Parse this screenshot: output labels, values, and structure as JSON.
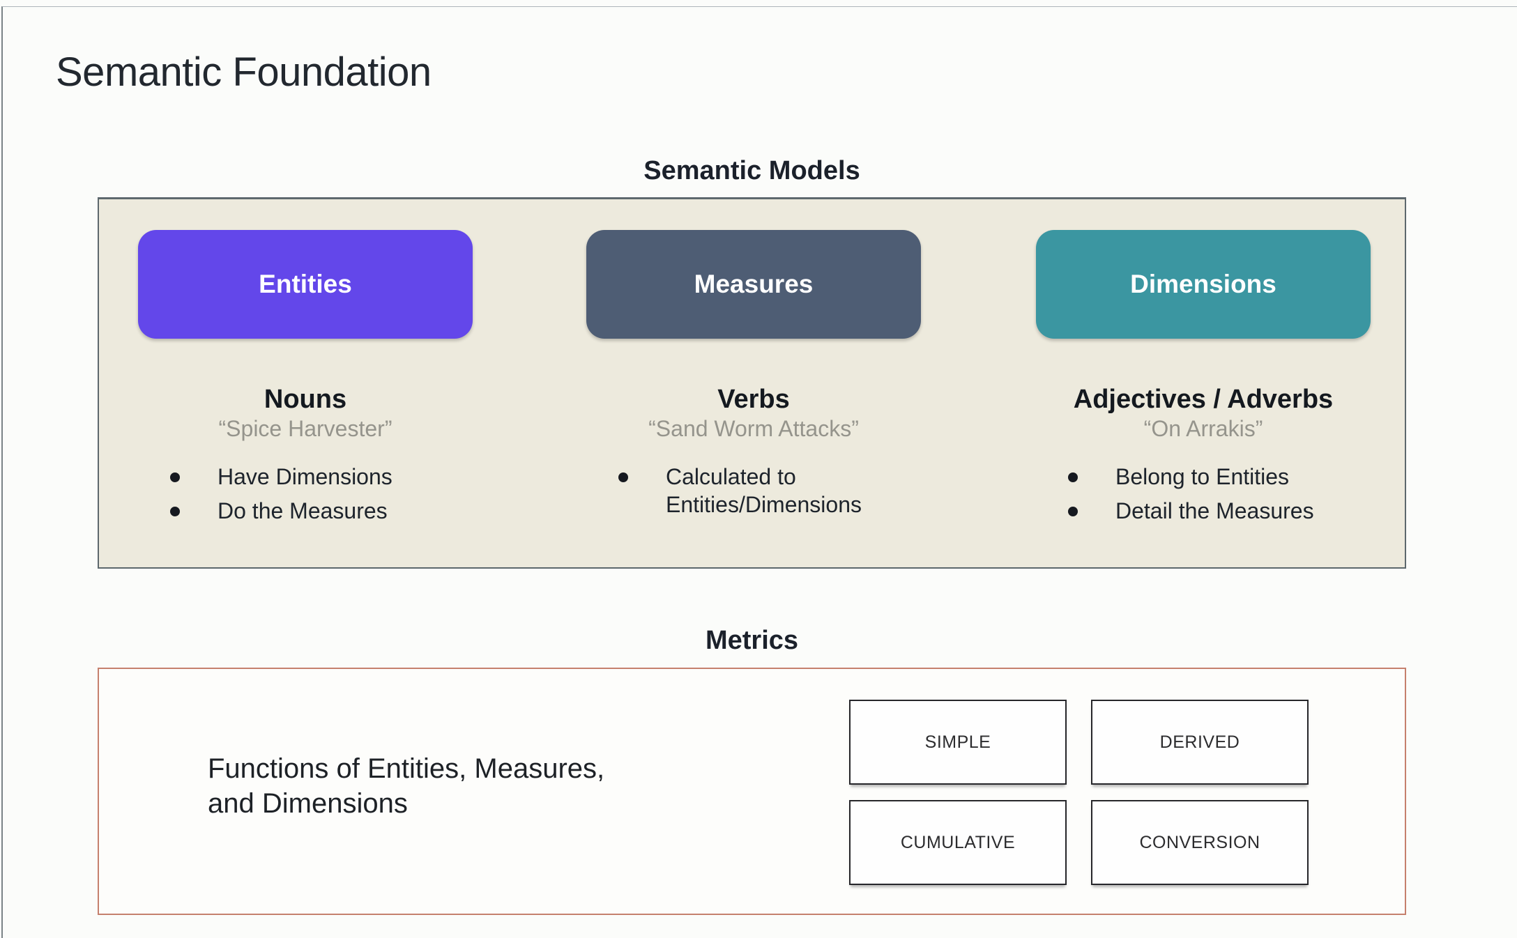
{
  "slide": {
    "title": "Semantic Foundation"
  },
  "semantic_models": {
    "heading": "Semantic Models",
    "columns": [
      {
        "pill": "Entities",
        "pill_color": "#6347ea",
        "heading": "Nouns",
        "quote": "“Spice Harvester”",
        "bullets": [
          "Have Dimensions",
          "Do the Measures"
        ]
      },
      {
        "pill": "Measures",
        "pill_color": "#4e5d74",
        "heading": "Verbs",
        "quote": "“Sand Worm Attacks”",
        "bullets": [
          "Calculated to Entities/Dimensions"
        ]
      },
      {
        "pill": "Dimensions",
        "pill_color": "#3b96a1",
        "heading": "Adjectives / Adverbs",
        "quote": "“On Arrakis”",
        "bullets": [
          "Belong to Entities",
          "Detail the Measures"
        ]
      }
    ]
  },
  "metrics": {
    "heading": "Metrics",
    "description": "Functions of Entities, Measures, and Dimensions",
    "types": [
      "SIMPLE",
      "DERIVED",
      "CUMULATIVE",
      "CONVERSION"
    ]
  },
  "colors": {
    "entities_pill": "#6347ea",
    "measures_pill": "#4e5d74",
    "dimensions_pill": "#3b96a1",
    "models_box_bg": "#edeadd",
    "metrics_border": "#c5806d"
  }
}
